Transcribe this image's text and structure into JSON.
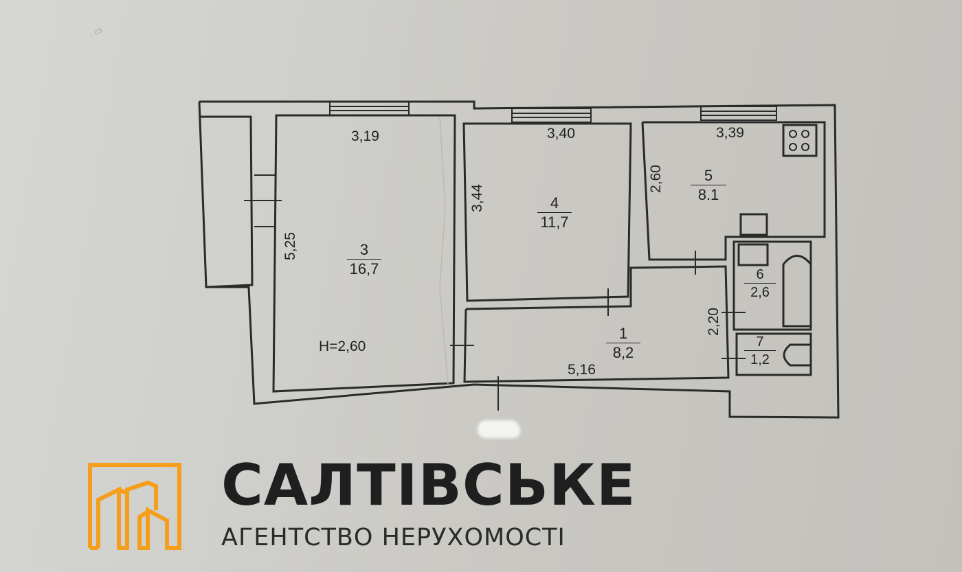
{
  "floor_plan": {
    "ceiling_height_label": "H=2,60",
    "rooms": [
      {
        "id": "1",
        "area": "8,2",
        "width_dim": "5,16",
        "height_dim": "2,20"
      },
      {
        "id": "3",
        "area": "16,7",
        "width_dim": "3,19",
        "height_dim": "5,25"
      },
      {
        "id": "4",
        "area": "11,7",
        "width_dim": "3,40",
        "height_dim": "3,44"
      },
      {
        "id": "5",
        "area": "8.1",
        "width_dim": "3,39",
        "height_dim": "2,60"
      },
      {
        "id": "6",
        "area": "2,6"
      },
      {
        "id": "7",
        "area": "1,2"
      }
    ],
    "fixtures": [
      "stove-icon",
      "bathtub-icon",
      "toilet-icon",
      "sink-icon"
    ]
  },
  "brand": {
    "title": "САЛТІВСЬКЕ",
    "subtitle": "АГЕНТСТВО НЕРУХОМОСТІ",
    "accent_color": "#f59e1b",
    "text_color": "#1f1f1f"
  }
}
